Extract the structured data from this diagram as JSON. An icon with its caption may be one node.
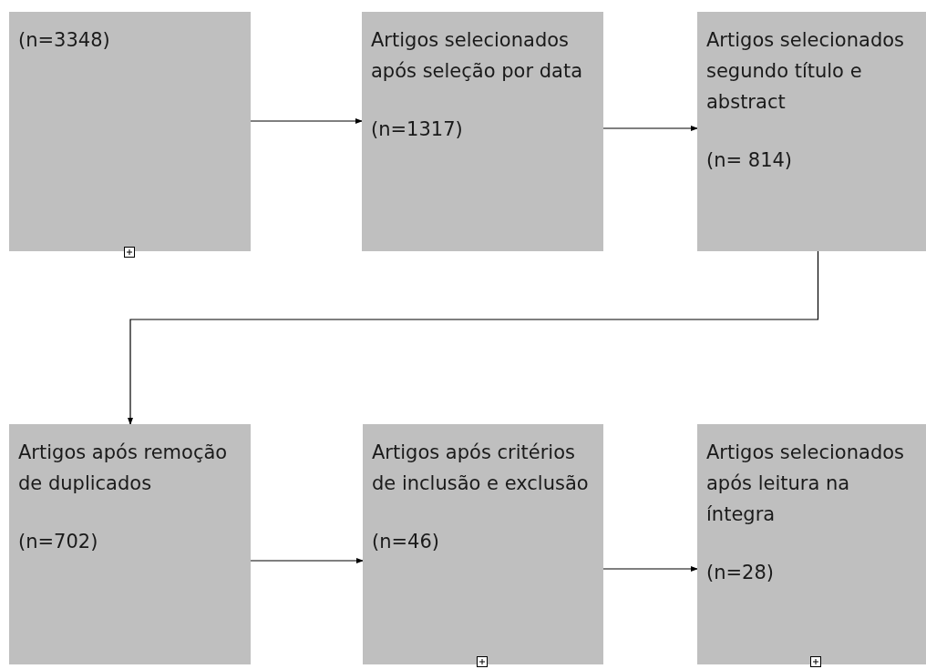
{
  "diagram": {
    "nodes": [
      {
        "text": [
          "(n=3348)"
        ]
      },
      {
        "text": [
          "Artigos selecionados após seleção por data",
          "(n=1317)"
        ]
      },
      {
        "text": [
          "Artigos selecionados segundo título e abstract",
          "(n= 814)"
        ]
      },
      {
        "text": [
          "Artigos após remoção de duplicados",
          "(n=702)"
        ]
      },
      {
        "text": [
          "Artigos após critérios de inclusão e exclusão",
          "(n=46)"
        ]
      },
      {
        "text": [
          "Artigos selecionados após leitura na íntegra",
          "(n=28)"
        ]
      }
    ],
    "edges": [
      {
        "from": 0,
        "to": 1,
        "arrow": "to"
      },
      {
        "from": 1,
        "to": 2,
        "arrow": "to"
      },
      {
        "from": 2,
        "to": 3,
        "arrow": "to"
      },
      {
        "from": 3,
        "to": 4,
        "arrow": "to"
      },
      {
        "from": 4,
        "to": 5,
        "arrow": "to"
      }
    ]
  }
}
